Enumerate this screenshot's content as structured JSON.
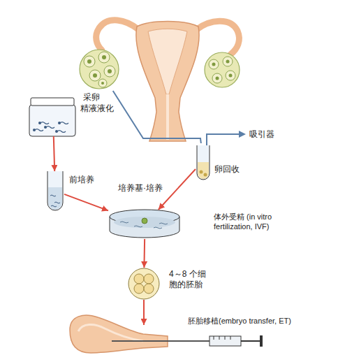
{
  "diagram": {
    "nodes": [
      {
        "text": [
          "采卵"
        ]
      },
      {
        "text": [
          "精液液化"
        ]
      },
      {
        "text": [
          "卵回收"
        ]
      },
      {
        "text": [
          "前培养"
        ]
      },
      {
        "text": [
          "培养基·培养",
          "体外受精 (in vitro fertilization, IVF)"
        ]
      },
      {
        "text": [
          "4～8 个细 胞的胚胎"
        ]
      },
      {
        "text": [
          "胚胎移植(embryo transfer, ET)"
        ]
      }
    ],
    "edges": [
      {
        "from": 0,
        "to": 2,
        "arrow": "none"
      },
      {
        "from": 1,
        "to": 3,
        "arrow": "to"
      },
      {
        "from": 3,
        "to": 4,
        "arrow": "to"
      },
      {
        "from": 2,
        "to": 4,
        "arrow": "to"
      },
      {
        "from": 4,
        "to": 5,
        "arrow": "to"
      },
      {
        "from": 5,
        "to": 6,
        "arrow": "to"
      }
    ],
    "labels": [
      "吸引器"
    ]
  }
}
